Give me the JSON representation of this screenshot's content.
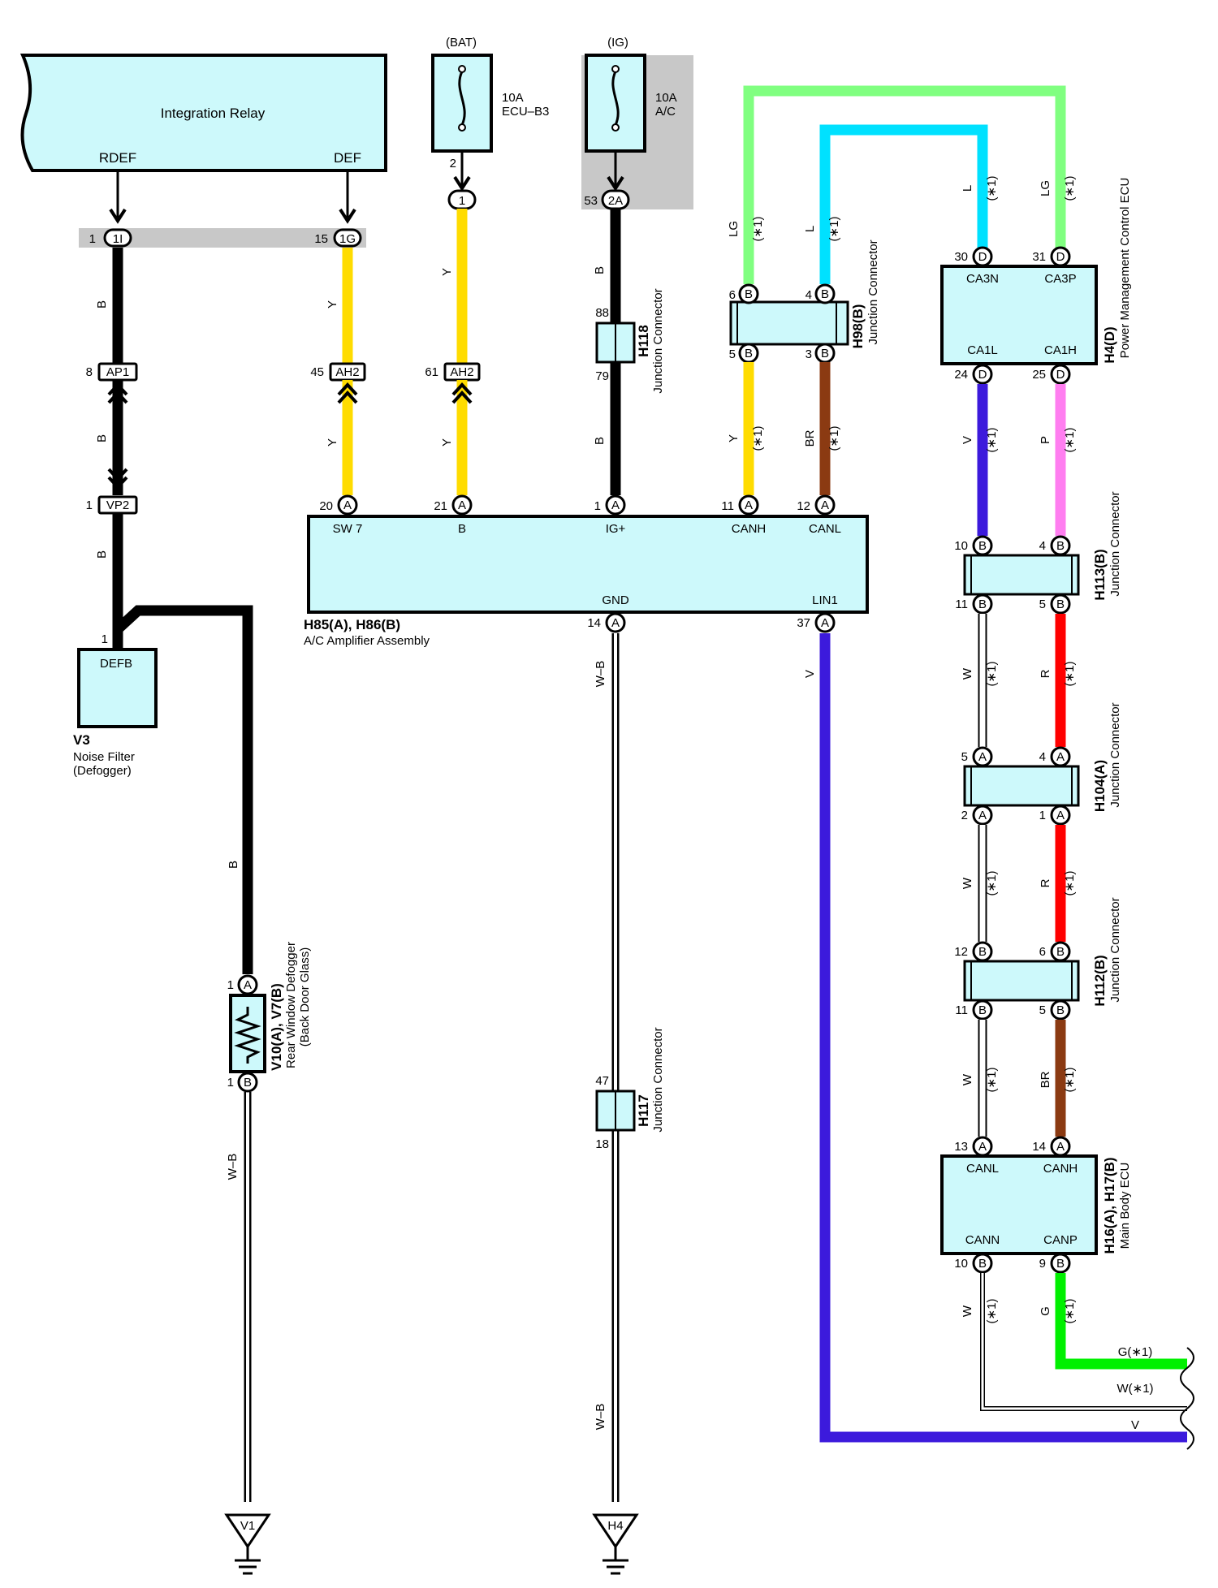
{
  "integration_relay": {
    "name": "Integration Relay",
    "pin_rdef": "RDEF",
    "pin_def": "DEF",
    "conn_1": "1",
    "conn_1_id": "1I",
    "conn_15": "15",
    "conn_15_id": "1G"
  },
  "fuse_bat": {
    "source": "(BAT)",
    "rating": "10A",
    "name": "ECU–B3",
    "pin_top": "2",
    "pin_conn": "1"
  },
  "fuse_ig": {
    "source": "(IG)",
    "rating": "10A",
    "name": "A/C",
    "pin_num": "53",
    "pin_conn": "2A"
  },
  "wire_colors": {
    "B": "B",
    "Y": "Y",
    "LG": "LG",
    "L": "L",
    "BR": "BR",
    "V": "V",
    "P": "P",
    "W": "W",
    "R": "R",
    "G": "G",
    "WB": "W–B",
    "note": "(∗1)"
  },
  "connectors": {
    "ap1": {
      "num": "8",
      "id": "AP1"
    },
    "vp2": {
      "num": "1",
      "id": "VP2"
    },
    "ah2a": {
      "num": "45",
      "id": "AH2"
    },
    "ah2b": {
      "num": "61",
      "id": "AH2"
    }
  },
  "noise_filter": {
    "pin": "1",
    "name": "DEFB",
    "code": "V3",
    "desc1": "Noise Filter",
    "desc2": "(Defogger)"
  },
  "amp": {
    "title": "H85(A), H86(B)",
    "subtitle": "A/C Amplifier Assembly",
    "pins": [
      {
        "num": "20",
        "letter": "A",
        "name": "SW 7"
      },
      {
        "num": "21",
        "letter": "A",
        "name": "B"
      },
      {
        "num": "1",
        "letter": "A",
        "name": "IG+"
      },
      {
        "num": "11",
        "letter": "A",
        "name": "CANH"
      },
      {
        "num": "12",
        "letter": "A",
        "name": "CANL"
      },
      {
        "num": "14",
        "letter": "A",
        "name": "GND"
      },
      {
        "num": "37",
        "letter": "A",
        "name": "LIN1"
      }
    ]
  },
  "h118": {
    "code": "H118",
    "desc": "Junction Connector",
    "pin_top": "88",
    "pin_bottom": "79"
  },
  "h117": {
    "code": "H117",
    "desc": "Junction Connector",
    "pin_top": "47",
    "pin_bottom": "18"
  },
  "h98": {
    "code": "H98(B)",
    "desc": "Junction Connector",
    "pin6": "6",
    "pin4": "4",
    "pin5": "5",
    "pin3": "3",
    "letter": "B"
  },
  "h4": {
    "code": "H4(D)",
    "desc": "Power Management Control ECU",
    "pins": [
      "30",
      "31",
      "24",
      "25"
    ],
    "names": [
      "CA3N",
      "CA3P",
      "CA1L",
      "CA1H"
    ],
    "letter": "D"
  },
  "h113": {
    "code": "H113(B)",
    "desc": "Junction Connector",
    "pins": [
      "10",
      "4",
      "11",
      "5"
    ],
    "letter": "B"
  },
  "h104": {
    "code": "H104(A)",
    "desc": "Junction Connector",
    "pins": [
      "5",
      "4",
      "2",
      "1"
    ],
    "letter": "A"
  },
  "h112": {
    "code": "H112(B)",
    "desc": "Junction Connector",
    "pins": [
      "12",
      "6",
      "11",
      "5"
    ],
    "letter": "B"
  },
  "h16": {
    "code": "H16(A), H17(B)",
    "desc": "Main Body ECU",
    "pins_top": [
      "13",
      "14"
    ],
    "pins_bottom": [
      "10",
      "9"
    ],
    "names": [
      "CANL",
      "CANH",
      "CANN",
      "CANP"
    ]
  },
  "defogger": {
    "code": "V10(A), V7(B)",
    "desc1": "Rear Window Defogger",
    "desc2": "(Back Door Glass)",
    "pin_top": "1",
    "pin_bottom": "1"
  },
  "grounds": {
    "v1": "V1",
    "h4": "H4"
  },
  "out_labels": {
    "g": "G(∗1)",
    "w": "W(∗1)",
    "v": "V"
  }
}
